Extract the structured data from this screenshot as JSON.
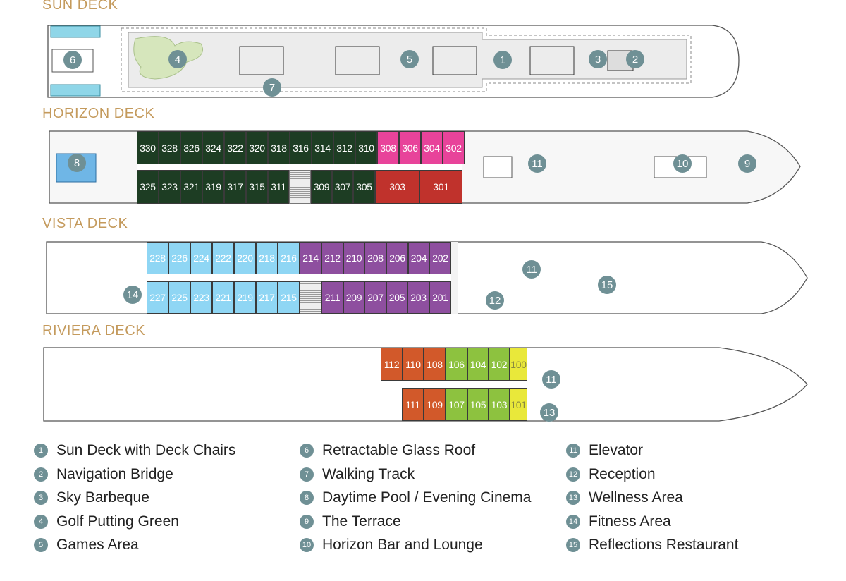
{
  "decks": {
    "sun": {
      "title": "SUN DECK"
    },
    "horizon": {
      "title": "HORIZON DECK"
    },
    "vista": {
      "title": "VISTA DECK"
    },
    "riviera": {
      "title": "RIVIERA DECK"
    }
  },
  "category_colors": {
    "dark_green": "#1d3d23",
    "pink": "#e8439a",
    "red": "#c0322c",
    "light_blue": "#8fd6f4",
    "purple": "#8e4f9f",
    "orange": "#d2592a",
    "lime": "#8dc23f",
    "yellow": "#e9e83a"
  },
  "cabin_rows": {
    "horizon_upper": [
      {
        "num": "330",
        "cat": "dark_green"
      },
      {
        "num": "328",
        "cat": "dark_green"
      },
      {
        "num": "326",
        "cat": "dark_green"
      },
      {
        "num": "324",
        "cat": "dark_green"
      },
      {
        "num": "322",
        "cat": "dark_green"
      },
      {
        "num": "320",
        "cat": "dark_green"
      },
      {
        "num": "318",
        "cat": "dark_green"
      },
      {
        "num": "316",
        "cat": "dark_green"
      },
      {
        "num": "314",
        "cat": "dark_green"
      },
      {
        "num": "312",
        "cat": "dark_green"
      },
      {
        "num": "310",
        "cat": "dark_green"
      },
      {
        "num": "308",
        "cat": "pink"
      },
      {
        "num": "306",
        "cat": "pink"
      },
      {
        "num": "304",
        "cat": "pink"
      },
      {
        "num": "302",
        "cat": "pink"
      }
    ],
    "horizon_lower": [
      {
        "num": "325",
        "cat": "dark_green"
      },
      {
        "num": "323",
        "cat": "dark_green"
      },
      {
        "num": "321",
        "cat": "dark_green"
      },
      {
        "num": "319",
        "cat": "dark_green"
      },
      {
        "num": "317",
        "cat": "dark_green"
      },
      {
        "num": "315",
        "cat": "dark_green"
      },
      {
        "num": "311",
        "cat": "dark_green"
      },
      {
        "num": "",
        "cat": "stairs"
      },
      {
        "num": "309",
        "cat": "dark_green"
      },
      {
        "num": "307",
        "cat": "dark_green"
      },
      {
        "num": "305",
        "cat": "dark_green"
      },
      {
        "num": "303",
        "cat": "red"
      },
      {
        "num": "301",
        "cat": "red"
      }
    ],
    "vista_upper": [
      {
        "num": "228",
        "cat": "light_blue"
      },
      {
        "num": "226",
        "cat": "light_blue"
      },
      {
        "num": "224",
        "cat": "light_blue"
      },
      {
        "num": "222",
        "cat": "light_blue"
      },
      {
        "num": "220",
        "cat": "light_blue"
      },
      {
        "num": "218",
        "cat": "light_blue"
      },
      {
        "num": "216",
        "cat": "light_blue"
      },
      {
        "num": "214",
        "cat": "purple"
      },
      {
        "num": "212",
        "cat": "purple"
      },
      {
        "num": "210",
        "cat": "purple"
      },
      {
        "num": "208",
        "cat": "purple"
      },
      {
        "num": "206",
        "cat": "purple"
      },
      {
        "num": "204",
        "cat": "purple"
      },
      {
        "num": "202",
        "cat": "purple"
      }
    ],
    "vista_lower": [
      {
        "num": "227",
        "cat": "light_blue"
      },
      {
        "num": "225",
        "cat": "light_blue"
      },
      {
        "num": "223",
        "cat": "light_blue"
      },
      {
        "num": "221",
        "cat": "light_blue"
      },
      {
        "num": "219",
        "cat": "light_blue"
      },
      {
        "num": "217",
        "cat": "light_blue"
      },
      {
        "num": "215",
        "cat": "light_blue"
      },
      {
        "num": "",
        "cat": "stairs"
      },
      {
        "num": "211",
        "cat": "purple"
      },
      {
        "num": "209",
        "cat": "purple"
      },
      {
        "num": "207",
        "cat": "purple"
      },
      {
        "num": "205",
        "cat": "purple"
      },
      {
        "num": "203",
        "cat": "purple"
      },
      {
        "num": "201",
        "cat": "purple"
      }
    ],
    "riviera_upper": [
      {
        "num": "112",
        "cat": "orange"
      },
      {
        "num": "110",
        "cat": "orange"
      },
      {
        "num": "108",
        "cat": "orange"
      },
      {
        "num": "106",
        "cat": "lime"
      },
      {
        "num": "104",
        "cat": "lime"
      },
      {
        "num": "102",
        "cat": "lime"
      },
      {
        "num": "100",
        "cat": "yellow"
      }
    ],
    "riviera_lower": [
      {
        "num": "111",
        "cat": "orange"
      },
      {
        "num": "109",
        "cat": "orange"
      },
      {
        "num": "107",
        "cat": "lime"
      },
      {
        "num": "105",
        "cat": "lime"
      },
      {
        "num": "103",
        "cat": "lime"
      },
      {
        "num": "101",
        "cat": "yellow"
      }
    ]
  },
  "markers": {
    "m1": "1",
    "m2": "2",
    "m3": "3",
    "m4": "4",
    "m5": "5",
    "m6": "6",
    "m7": "7",
    "m8": "8",
    "m9": "9",
    "m10": "10",
    "m11a": "11",
    "m11b": "11",
    "m11c": "11",
    "m12": "12",
    "m13": "13",
    "m14": "14",
    "m15": "15"
  },
  "legend": [
    {
      "num": "1",
      "label": "Sun Deck with Deck Chairs"
    },
    {
      "num": "2",
      "label": "Navigation Bridge"
    },
    {
      "num": "3",
      "label": "Sky Barbeque"
    },
    {
      "num": "4",
      "label": "Golf Putting Green"
    },
    {
      "num": "5",
      "label": "Games Area"
    },
    {
      "num": "6",
      "label": "Retractable Glass Roof"
    },
    {
      "num": "7",
      "label": "Walking Track"
    },
    {
      "num": "8",
      "label": "Daytime Pool / Evening Cinema"
    },
    {
      "num": "9",
      "label": "The Terrace"
    },
    {
      "num": "10",
      "label": "Horizon Bar and Lounge"
    },
    {
      "num": "11",
      "label": "Elevator"
    },
    {
      "num": "12",
      "label": "Reception"
    },
    {
      "num": "13",
      "label": "Wellness Area"
    },
    {
      "num": "14",
      "label": "Fitness Area"
    },
    {
      "num": "15",
      "label": "Reflections Restaurant"
    }
  ],
  "accent_colors": {
    "deck_title": "#c49a5c",
    "marker": "#6f9095"
  }
}
